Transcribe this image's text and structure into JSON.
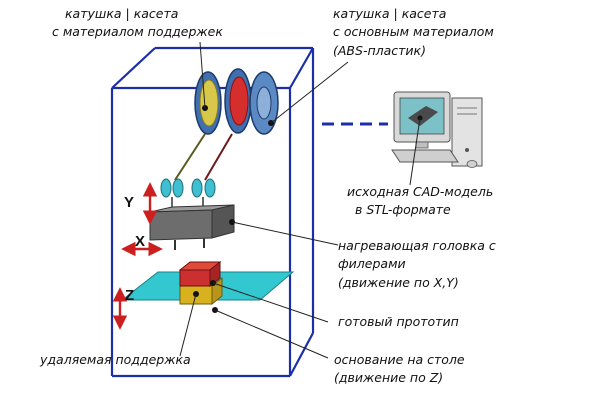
{
  "labels": {
    "support_spool": [
      "катушка | касета",
      "с материалом поддержек"
    ],
    "main_spool": [
      "катушка | касета",
      "с основным материалом",
      "(ABS-пластик)"
    ],
    "cad_model": [
      "исходная CAD-модель",
      "в STL-формате"
    ],
    "head": [
      "нагревающая головка с",
      "филерами",
      "(движение по X,Y)"
    ],
    "prototype": "готовый прототип",
    "support": "удаляемая поддержка",
    "base": [
      "основание на столе",
      "(движение по Z)"
    ]
  },
  "axes": {
    "x": "X",
    "y": "Y",
    "z": "Z"
  },
  "colors": {
    "frame": "#1c2fa8",
    "arrow": "#cc1f1f",
    "leader": "#222222",
    "spool_support": "#d8c84a",
    "spool_main": "#d62d2d",
    "spool_rim": "#4d7fbf",
    "head_body": "#707070",
    "platform": "#33c7cf",
    "prototype": "#d8b21e",
    "prototype_top": "#cc2f2f"
  },
  "icons": [
    "computer-icon",
    "monitor-icon",
    "keyboard-icon",
    "mouse-icon",
    "printer-head-icon",
    "spool-icon"
  ]
}
